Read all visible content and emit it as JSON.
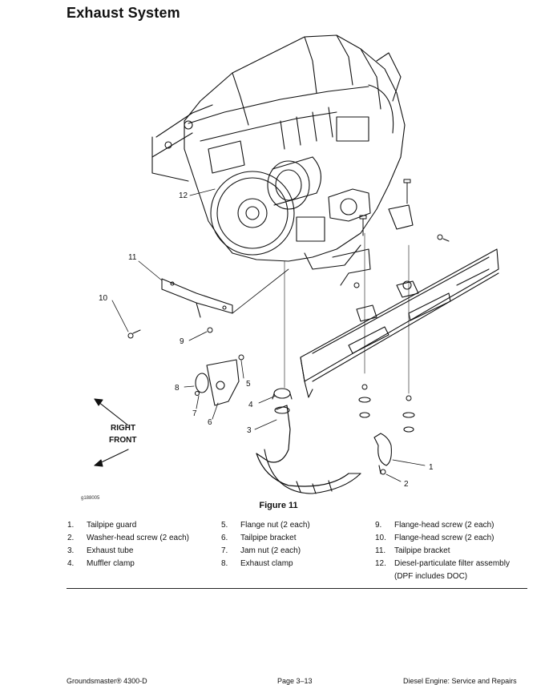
{
  "page": {
    "title": "Exhaust System"
  },
  "figure": {
    "caption": "Figure 11",
    "code": "g188005",
    "direction_label_1": "RIGHT",
    "direction_label_2": "FRONT",
    "callouts": [
      "1",
      "2",
      "3",
      "4",
      "5",
      "6",
      "7",
      "8",
      "9",
      "10",
      "11",
      "12"
    ]
  },
  "legend": {
    "col1": [
      {
        "num": "1.",
        "text": "Tailpipe guard"
      },
      {
        "num": "2.",
        "text": "Washer-head screw (2 each)"
      },
      {
        "num": "3.",
        "text": "Exhaust tube"
      },
      {
        "num": "4.",
        "text": "Muffler clamp"
      }
    ],
    "col2": [
      {
        "num": "5.",
        "text": "Flange nut (2 each)"
      },
      {
        "num": "6.",
        "text": "Tailpipe bracket"
      },
      {
        "num": "7.",
        "text": "Jam nut (2 each)"
      },
      {
        "num": "8.",
        "text": "Exhaust clamp"
      }
    ],
    "col3": [
      {
        "num": "9.",
        "text": "Flange-head screw (2 each)"
      },
      {
        "num": "10.",
        "text": "Flange-head screw (2 each)"
      },
      {
        "num": "11.",
        "text": "Tailpipe bracket"
      },
      {
        "num": "12.",
        "text": "Diesel-particulate filter assembly (DPF includes DOC)"
      }
    ]
  },
  "footer": {
    "left": "Groundsmaster® 4300-D",
    "center": "Page 3–13",
    "right": "Diesel Engine: Service and Repairs"
  }
}
